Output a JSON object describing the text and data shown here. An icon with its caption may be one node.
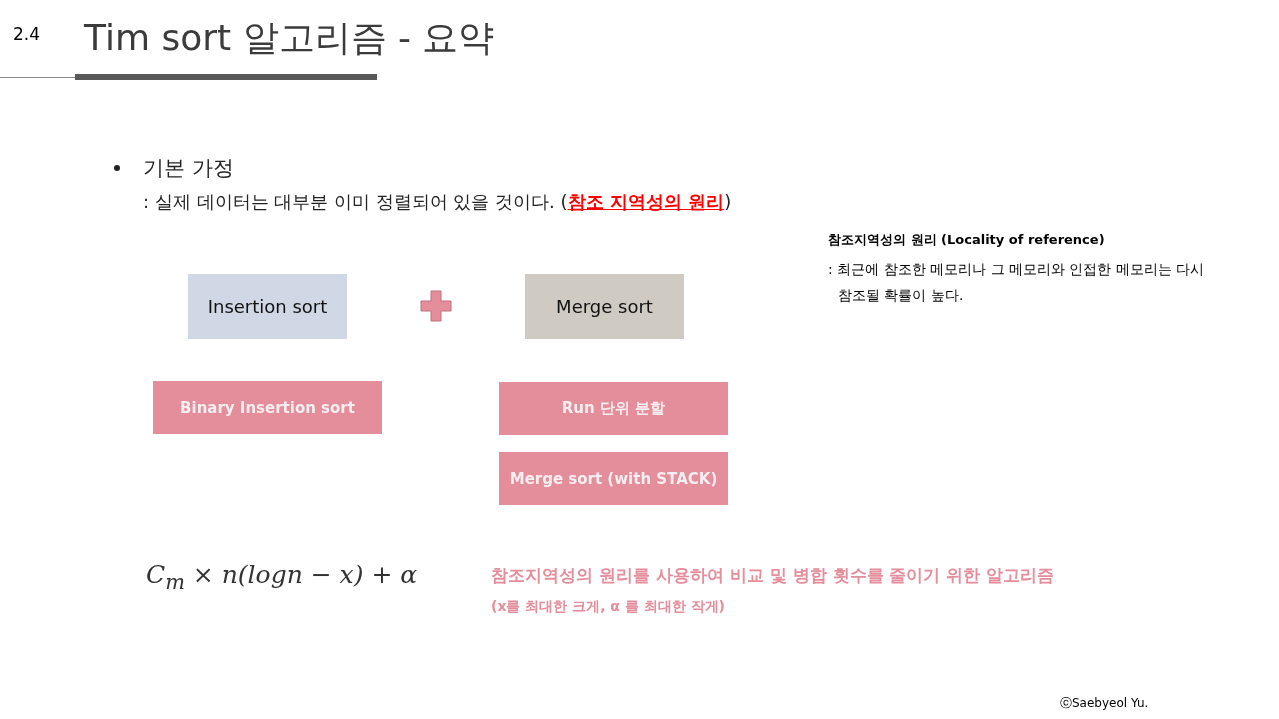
{
  "diagram": {
    "title": "Tim sort 알고리즘 - 요약",
    "nodes": [
      {
        "text": [
          "Insertion sort"
        ]
      },
      {
        "text": [
          "Merge sort"
        ]
      },
      {
        "text": [
          "Binary Insertion sort"
        ]
      },
      {
        "text": [
          "Run 단위 분할"
        ]
      },
      {
        "text": [
          "Merge sort (with STACK)"
        ]
      }
    ],
    "labels": [
      "2.4",
      "기본 가정",
      ": 실제 데이터는 대부분 이미 정렬되어 있을 것이다. (**참조 지역성의 원리**)",
      "참조지역성의 원리 (Locality of reference)",
      ": 최근에 참조한 메모리나 그 메모리와 인접한 메모리는 다시 참조될 확률이 높다.",
      "C$_{m}$ × n(logn − x) + α",
      "참조지역성의 원리를 사용하여 비교 및 병합 횟수를 줄이기 위한 알고리즘",
      "(x를 최대한 크게, α 를 최대한 작게)",
      "ⓒSaebyeol Yu."
    ]
  }
}
